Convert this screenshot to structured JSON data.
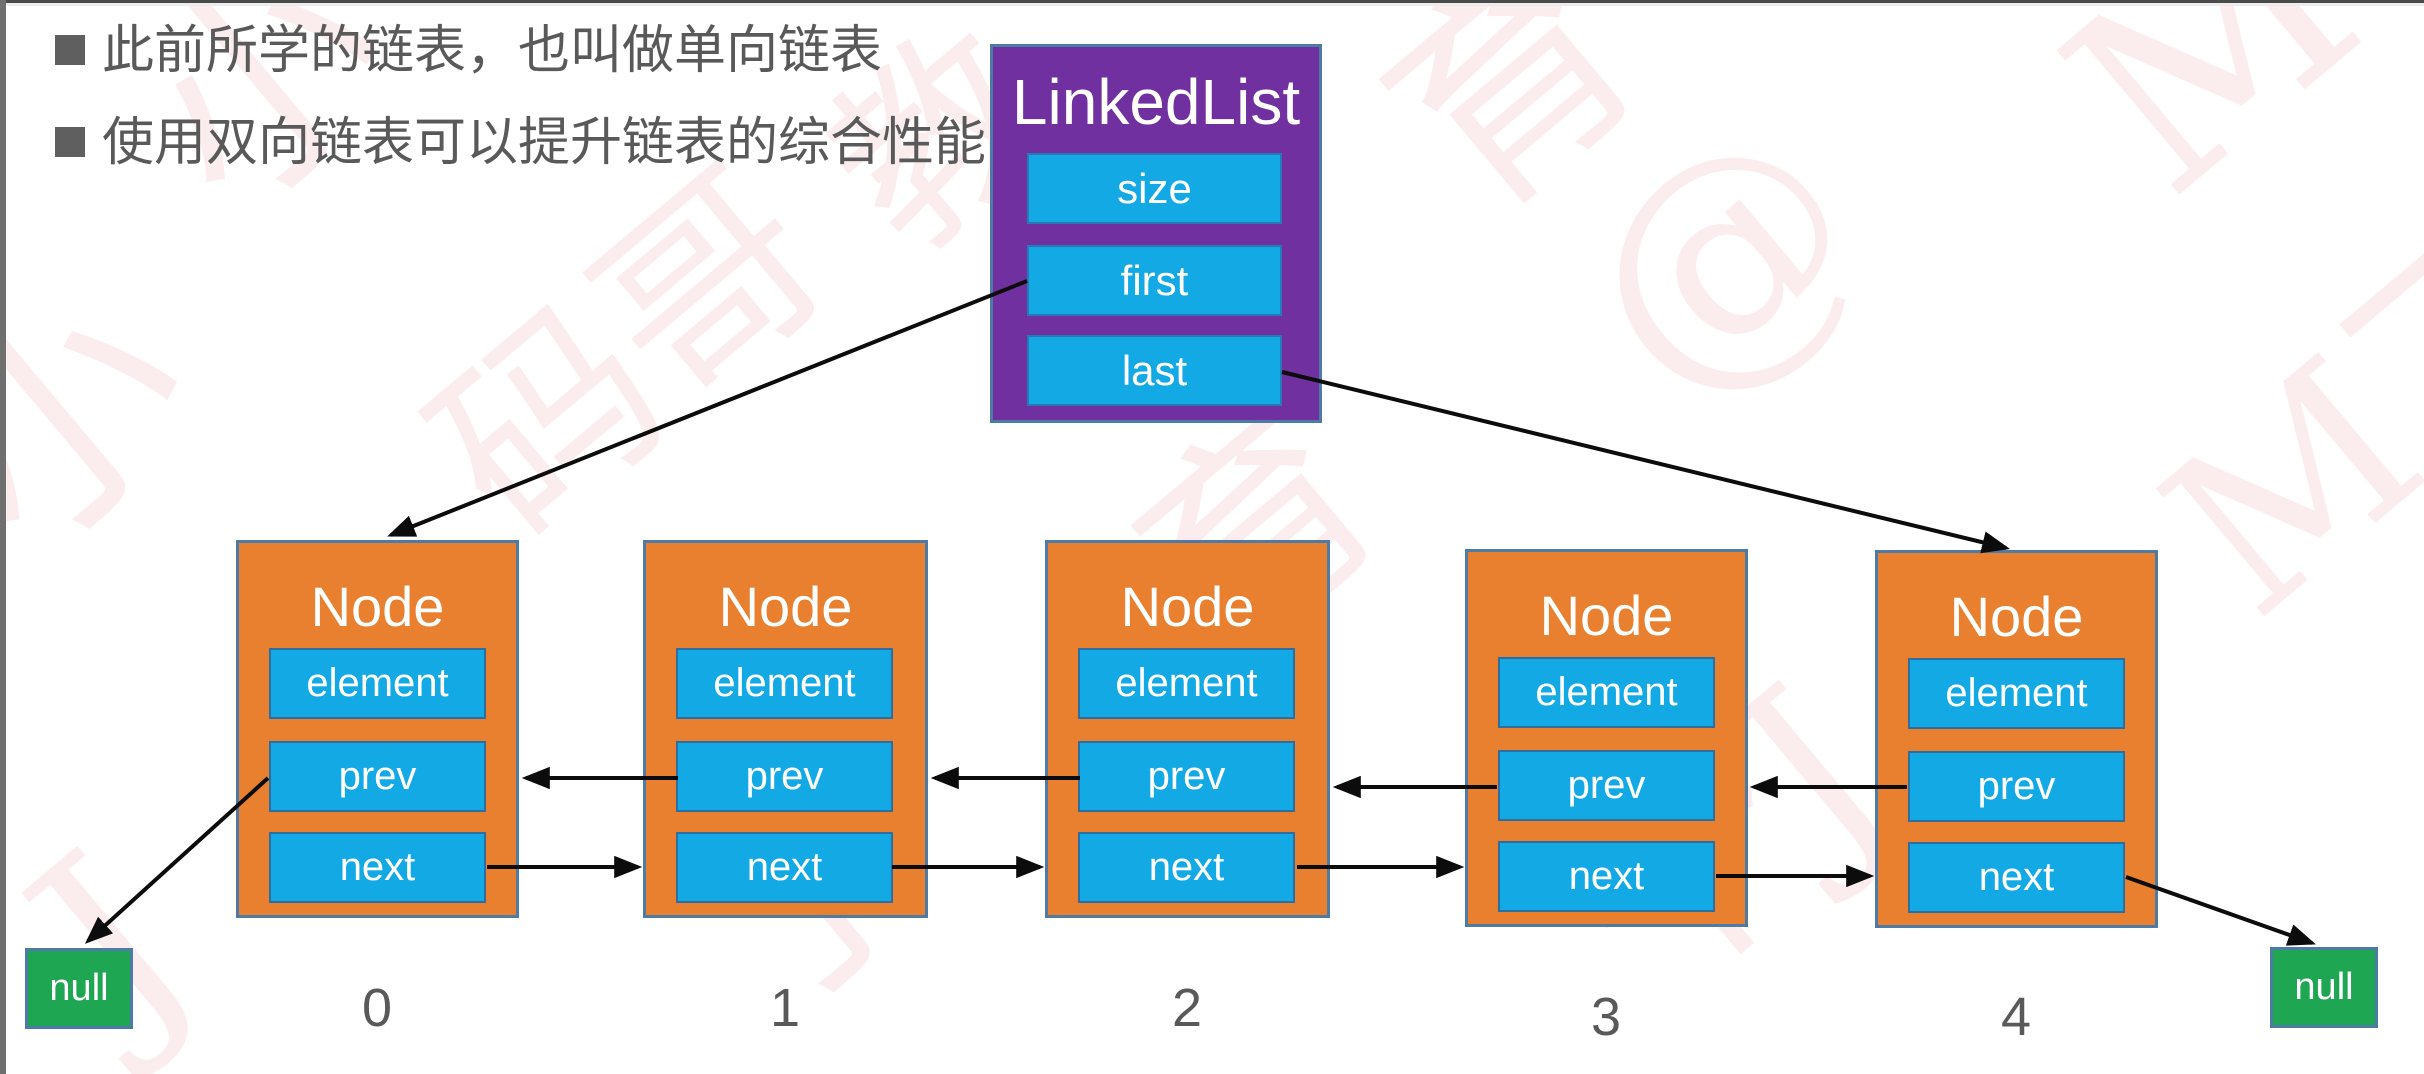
{
  "bullets": [
    "此前所学的链表，也叫做单向链表",
    "使用双向链表可以提升链表的综合性能"
  ],
  "linkedlist": {
    "title": "LinkedList",
    "fields": [
      "size",
      "first",
      "last"
    ]
  },
  "nodes": [
    {
      "title": "Node",
      "fields": [
        "element",
        "prev",
        "next"
      ],
      "index": "0"
    },
    {
      "title": "Node",
      "fields": [
        "element",
        "prev",
        "next"
      ],
      "index": "1"
    },
    {
      "title": "Node",
      "fields": [
        "element",
        "prev",
        "next"
      ],
      "index": "2"
    },
    {
      "title": "Node",
      "fields": [
        "element",
        "prev",
        "next"
      ],
      "index": "3"
    },
    {
      "title": "Node",
      "fields": [
        "element",
        "prev",
        "next"
      ],
      "index": "4"
    }
  ],
  "nulls": {
    "left": "null",
    "right": "null"
  },
  "watermark_fragments": [
    "小",
    "码哥",
    "教",
    "育",
    "@",
    "M",
    "M了",
    "个J",
    "了",
    "J",
    "育",
    "小"
  ],
  "colors": {
    "purple": "#7030A0",
    "orange": "#E8802F",
    "cyan": "#12A9E5",
    "green": "#1FA652",
    "border": "#4E7BA6",
    "text_gray": "#595959",
    "watermark_pink": "#E88888"
  }
}
